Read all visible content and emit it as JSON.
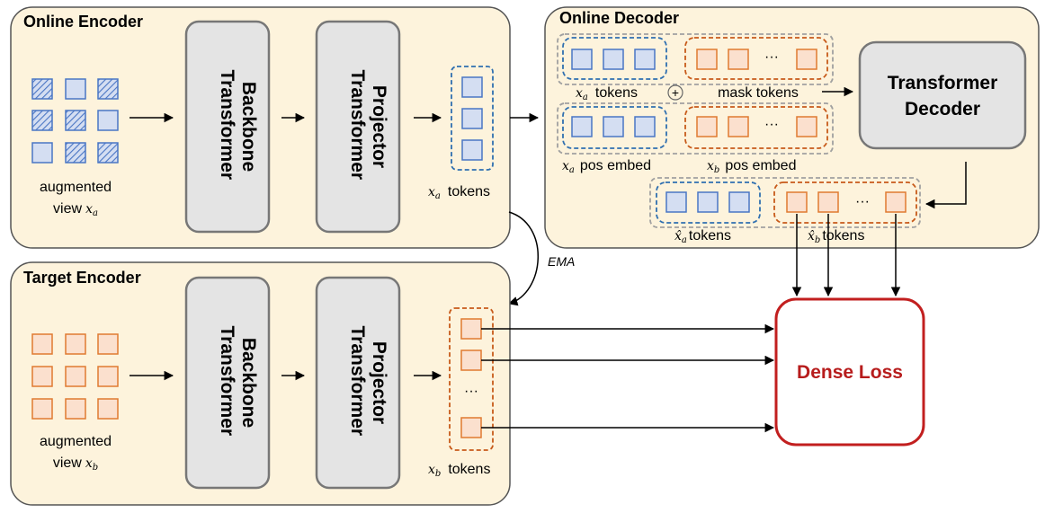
{
  "panels": {
    "online_encoder": "Online Encoder",
    "target_encoder": "Target Encoder",
    "online_decoder": "Online Decoder"
  },
  "blocks": {
    "backbone_line1": "Transformer",
    "backbone_line2": "Backbone",
    "projector_line1": "Transformer",
    "projector_line2": "Projector",
    "decoder_line1": "Transformer",
    "decoder_line2": "Decoder",
    "dense_loss": "Dense Loss"
  },
  "labels": {
    "augmented": "augmented",
    "view": "view",
    "tokens": "tokens",
    "mask_tokens": "mask tokens",
    "pos_embed": "pos embed",
    "ema": "EMA",
    "ellipsis": "···",
    "ellipsis_vertical": "⋮",
    "plus": "+"
  },
  "math": {
    "x": "x",
    "x_hat": "x̂",
    "sub_a": "a",
    "sub_b": "b"
  },
  "colors": {
    "panel_fill": "#fdf3dc",
    "panel_stroke": "#555555",
    "block_fill": "#e4e4e4",
    "block_stroke": "#777777",
    "blue_fill": "#d4def2",
    "blue_stroke": "#4a76c4",
    "orange_fill": "#fbe0ce",
    "orange_stroke": "#e07a30",
    "blue_dash": "#2f6fb0",
    "orange_dash": "#c75a1a",
    "gray_dash": "#a0a0a0",
    "loss_stroke": "#c21f1f"
  }
}
